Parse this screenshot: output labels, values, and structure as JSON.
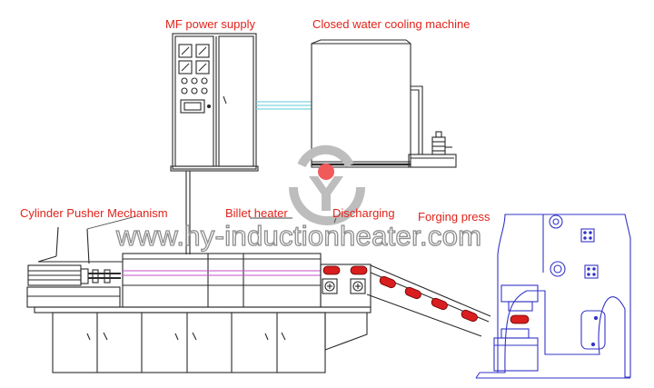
{
  "labels": {
    "mf_power_supply": "MF power supply",
    "cooling_machine": "Closed water cooling machine",
    "pusher": "Cylinder Pusher Mechanism",
    "billet_heater": "Billet heater",
    "discharging": "Discharging",
    "forging_press": "Forging press"
  },
  "watermark": {
    "text": "www.hy-inductionheater.com"
  },
  "colors": {
    "label": "#e2231a",
    "line": "#2a2a2a",
    "frame": "#3434c8",
    "billet": "#d81e1e",
    "coil": "#c84fc8",
    "water_pipe": "#7fd3e0",
    "logo_ring": "#bdbdbd",
    "logo_dot": "#f05a5a"
  }
}
